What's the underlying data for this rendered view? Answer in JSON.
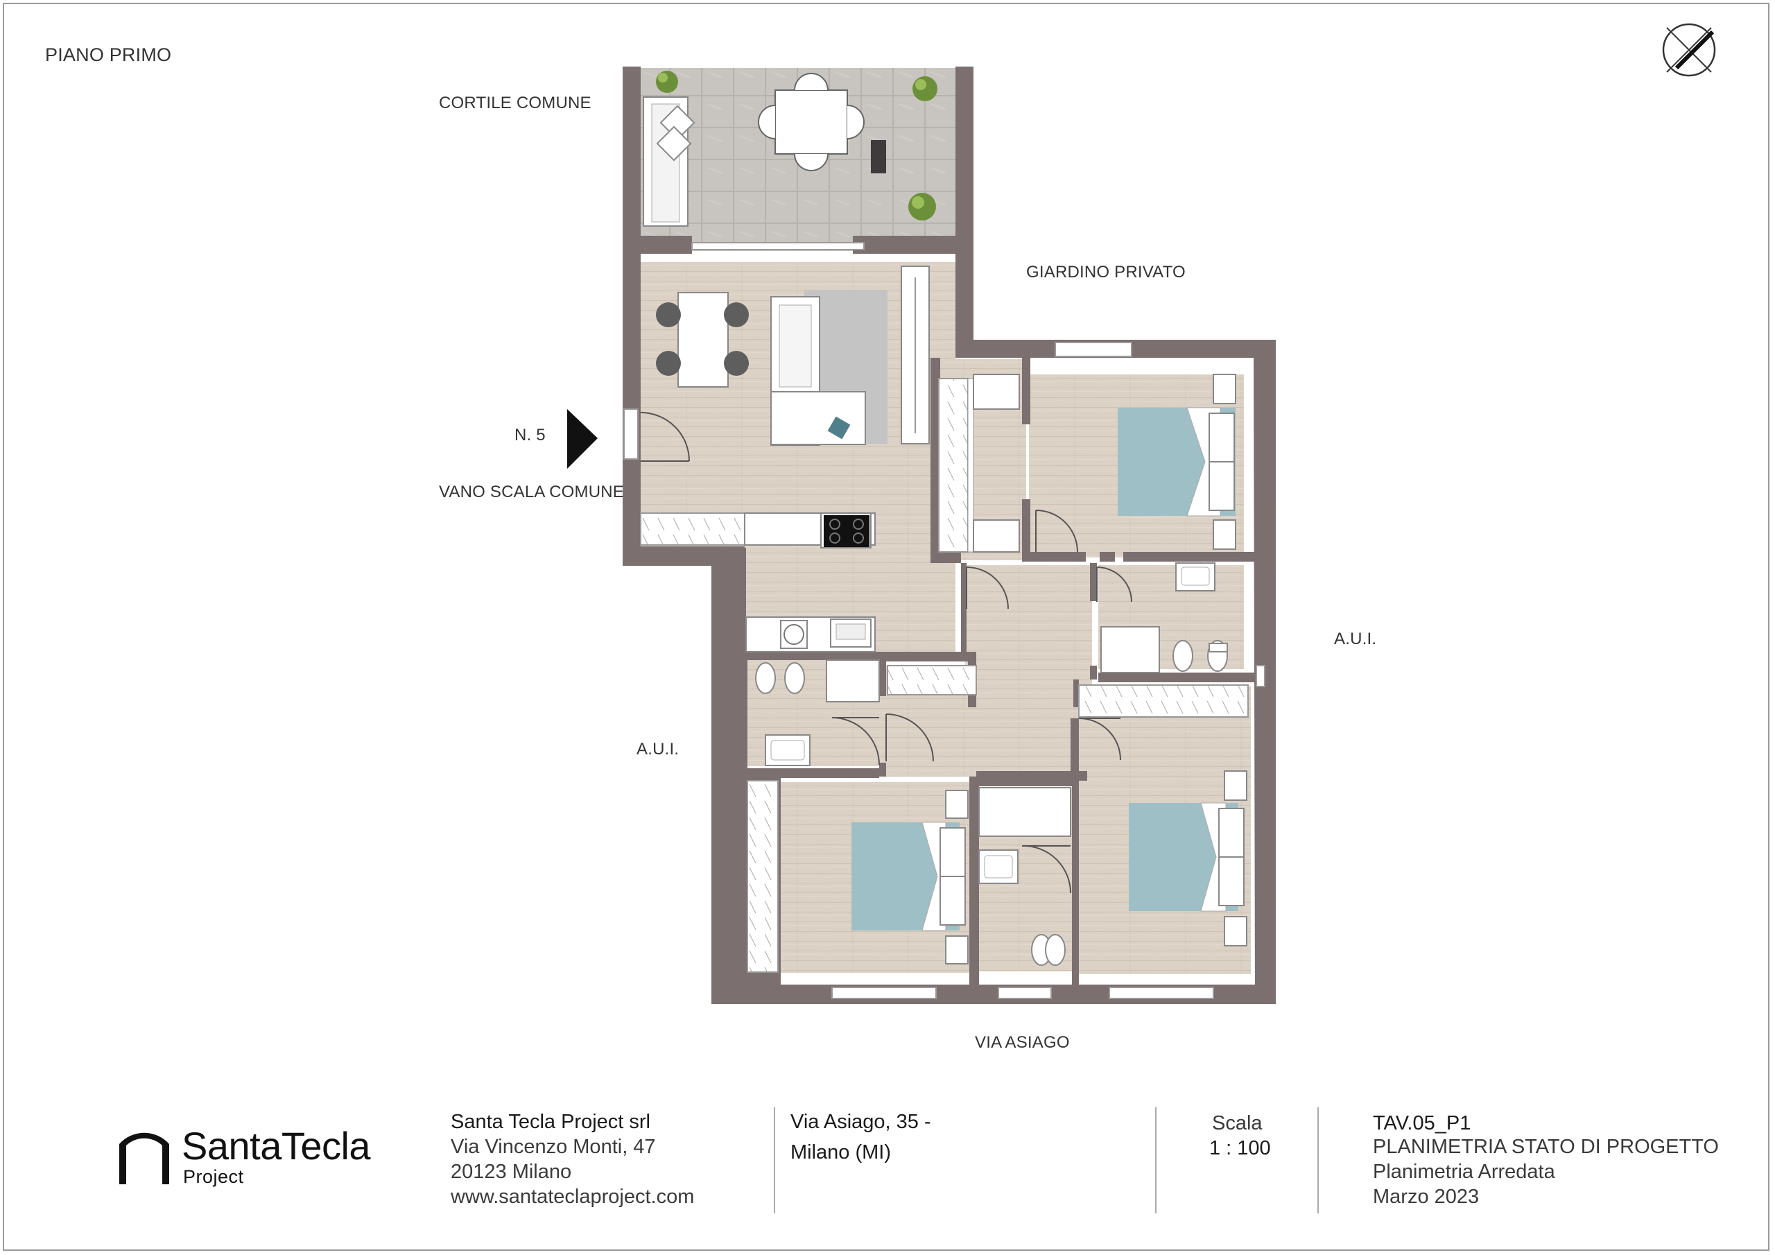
{
  "drawing": {
    "floor_label": "PIANO PRIMO",
    "labels": {
      "cortile": "CORTILE COMUNE",
      "giardino": "GIARDINO PRIVATO",
      "entrance_no": "N. 5",
      "vano_scala": "VANO SCALA COMUNE",
      "aui_right": "A.U.I.",
      "aui_left": "A.U.I.",
      "street": "VIA ASIAGO"
    },
    "colors": {
      "wall": "#7c6f70",
      "parquet": "#dcd1c5",
      "terrace": "#c8c5c0",
      "bed": "#9fbfc6",
      "sofa_rug": "#c4c4c4"
    },
    "icons": [
      "north-arrow-icon",
      "entrance-arrow-icon",
      "plant-icon",
      "cooktop-icon",
      "logo-arch-icon"
    ]
  },
  "title_block": {
    "logo_name": "SantaTecla",
    "logo_sub": "Project",
    "company": "Santa Tecla Project srl",
    "company_address": "Via Vincenzo Monti, 47",
    "company_city": "20123 Milano",
    "company_web": "www.santateclaproject.com",
    "site_line1": "Via Asiago, 35 -",
    "site_line2": "Milano (MI)",
    "scale_label": "Scala",
    "scale_value": "1 : 100",
    "sheet_code": "TAV.05_P1",
    "sheet_title": "PLANIMETRIA STATO DI PROGETTO",
    "sheet_subtitle": "Planimetria Arredata",
    "sheet_date": "Marzo 2023"
  }
}
